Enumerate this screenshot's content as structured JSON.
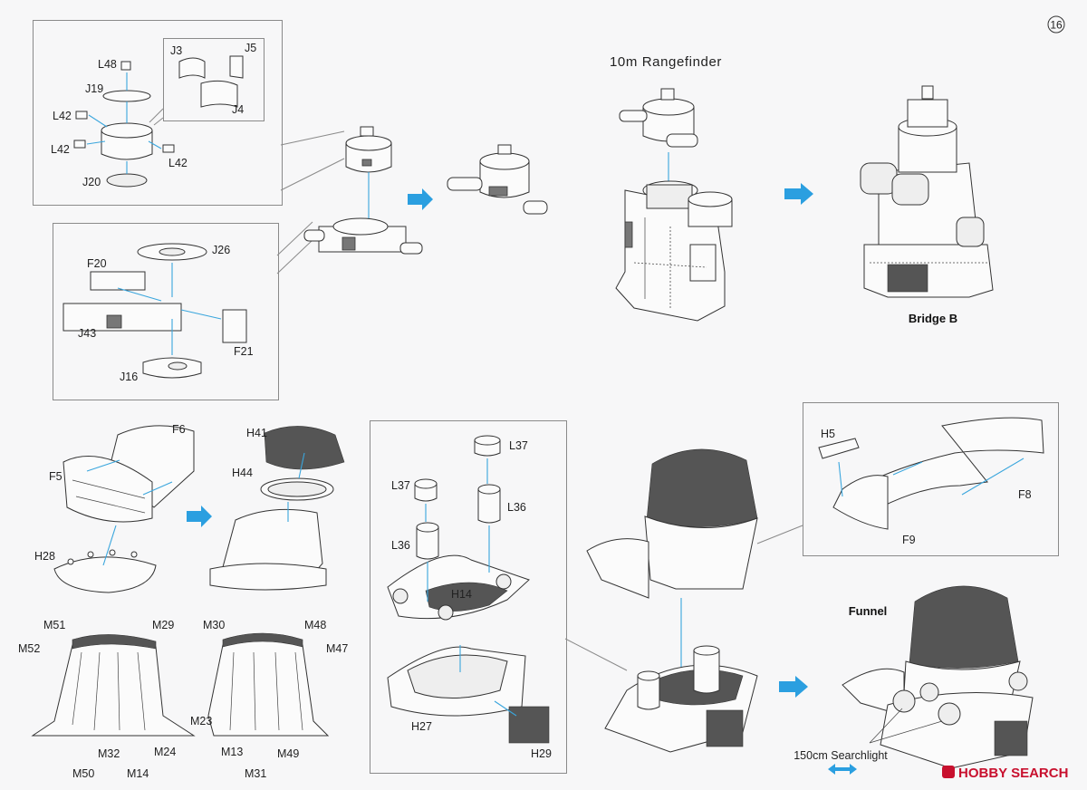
{
  "page_number": "16",
  "headings": {
    "rangefinder": "10m Rangefinder",
    "bridge_b": "Bridge B",
    "funnel": "Funnel",
    "searchlight": "150cm Searchlight"
  },
  "part_labels": {
    "L48": "L48",
    "J19": "J19",
    "L42a": "L42",
    "L42b": "L42",
    "L42c": "L42",
    "J20": "J20",
    "J3": "J3",
    "J5": "J5",
    "J4": "J4",
    "F20": "F20",
    "J26": "J26",
    "J43": "J43",
    "F21": "F21",
    "J16": "J16",
    "F6": "F6",
    "F5": "F5",
    "H28": "H28",
    "H41": "H41",
    "H44": "H44",
    "L37a": "L37",
    "L37b": "L37",
    "L36a": "L36",
    "L36b": "L36",
    "H14": "H14",
    "H27": "H27",
    "H29": "H29",
    "H5": "H5",
    "F8": "F8",
    "F9": "F9",
    "M51": "M51",
    "M29": "M29",
    "M52": "M52",
    "M23": "M23",
    "M32": "M32",
    "M24": "M24",
    "M50": "M50",
    "M14": "M14",
    "M30": "M30",
    "M48": "M48",
    "M47": "M47",
    "M13": "M13",
    "M49": "M49",
    "M31": "M31"
  },
  "watermark": {
    "brand": "HOBBY SEARCH",
    "brand_color": "#c8102e"
  },
  "colors": {
    "arrow": "#2b9fe0",
    "leader": "#3aa6dd"
  }
}
